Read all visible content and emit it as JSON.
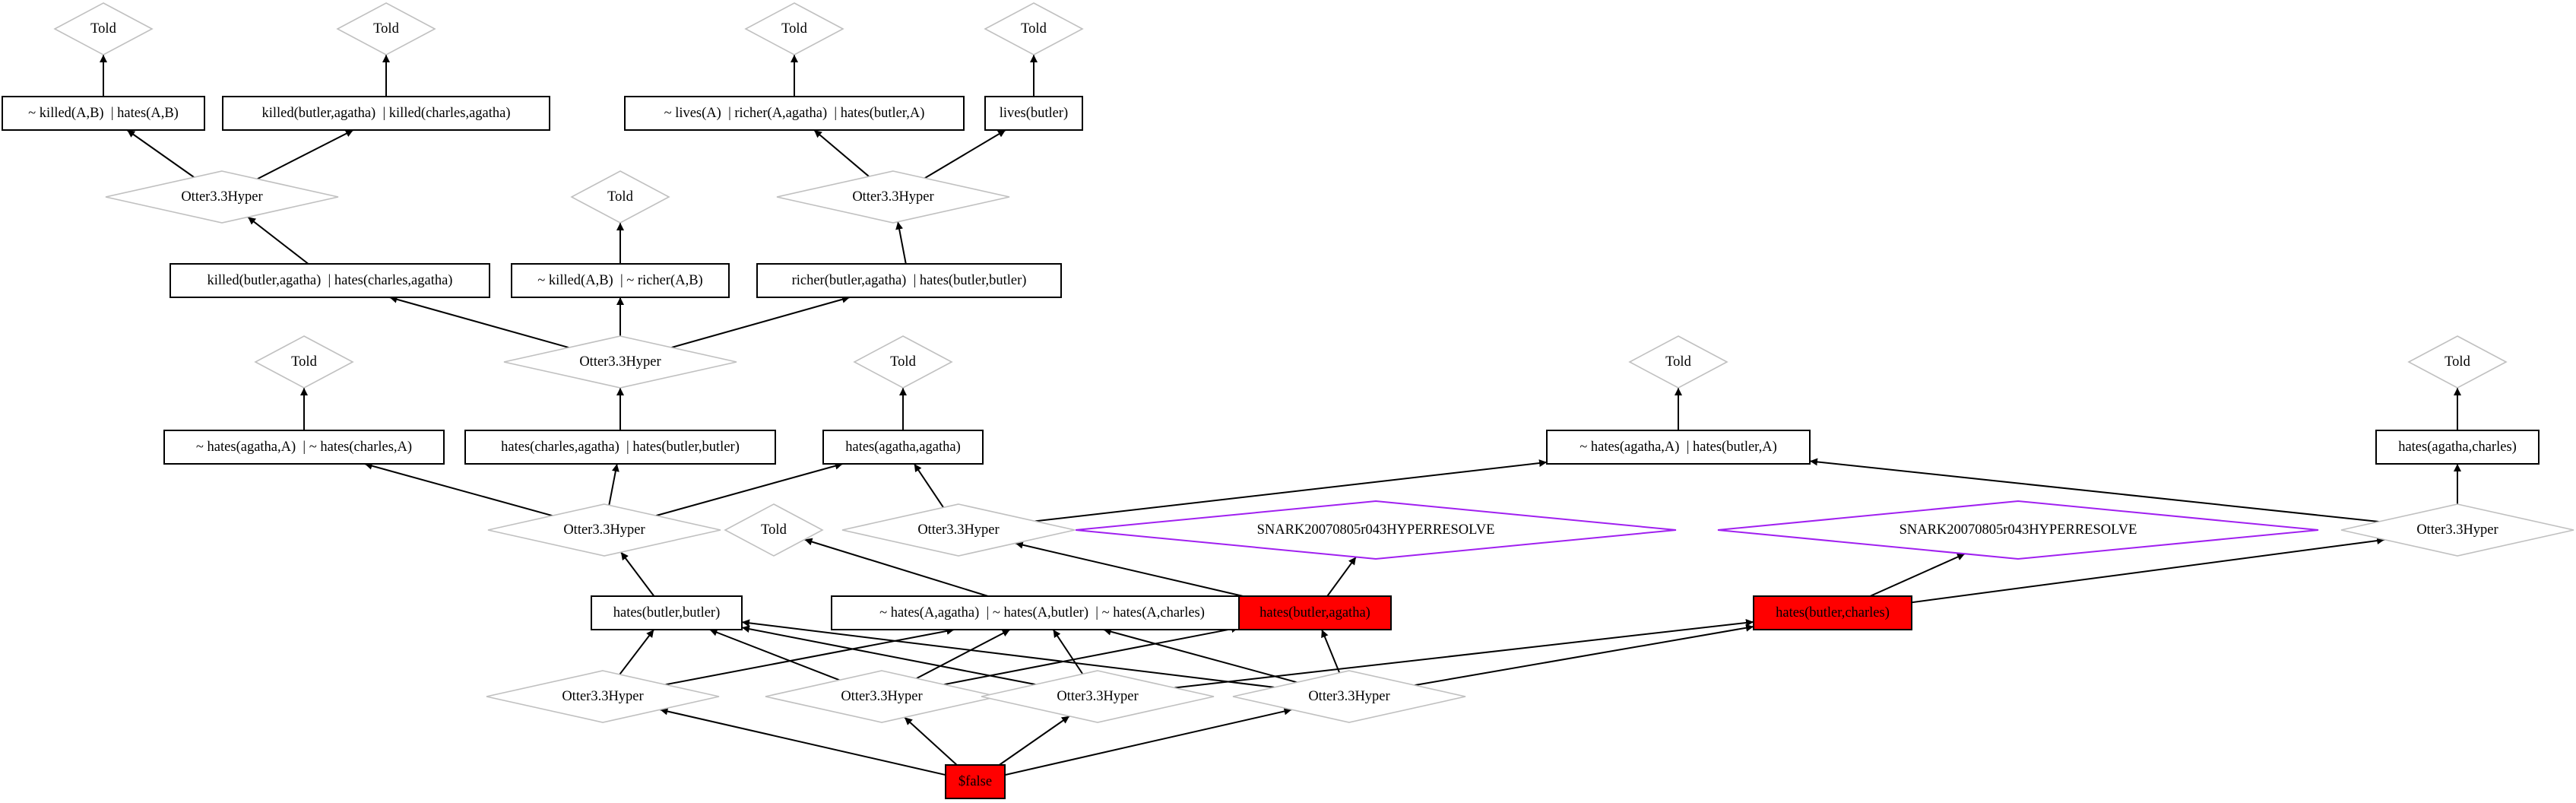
{
  "diagram": {
    "nodes": [
      {
        "id": "told1",
        "shape": "diamond",
        "label": "Told"
      },
      {
        "id": "told2",
        "shape": "diamond",
        "label": "Told"
      },
      {
        "id": "told3",
        "shape": "diamond",
        "label": "Told"
      },
      {
        "id": "told4",
        "shape": "diamond",
        "label": "Told"
      },
      {
        "id": "c1",
        "shape": "box",
        "label": "~ killed(A,B)  | hates(A,B)"
      },
      {
        "id": "c2",
        "shape": "box",
        "label": "killed(butler,agatha)  | killed(charles,agatha)"
      },
      {
        "id": "c3",
        "shape": "box",
        "label": "~ lives(A)  | richer(A,agatha)  | hates(butler,A)"
      },
      {
        "id": "c4",
        "shape": "box",
        "label": "lives(butler)"
      },
      {
        "id": "otA",
        "shape": "diamond",
        "label": "Otter3.3Hyper"
      },
      {
        "id": "otB",
        "shape": "diamond",
        "label": "Otter3.3Hyper"
      },
      {
        "id": "told5",
        "shape": "diamond",
        "label": "Told"
      },
      {
        "id": "c5",
        "shape": "box",
        "label": "killed(butler,agatha)  | hates(charles,agatha)"
      },
      {
        "id": "c6",
        "shape": "box",
        "label": "~ killed(A,B)  | ~ richer(A,B)"
      },
      {
        "id": "c7",
        "shape": "box",
        "label": "richer(butler,agatha)  | hates(butler,butler)"
      },
      {
        "id": "otC",
        "shape": "diamond",
        "label": "Otter3.3Hyper"
      },
      {
        "id": "told6",
        "shape": "diamond",
        "label": "Told"
      },
      {
        "id": "told7",
        "shape": "diamond",
        "label": "Told"
      },
      {
        "id": "told8",
        "shape": "diamond",
        "label": "Told"
      },
      {
        "id": "told9",
        "shape": "diamond",
        "label": "Told"
      },
      {
        "id": "c8",
        "shape": "box",
        "label": "~ hates(agatha,A)  | ~ hates(charles,A)"
      },
      {
        "id": "c9",
        "shape": "box",
        "label": "hates(charles,agatha)  | hates(butler,butler)"
      },
      {
        "id": "c10",
        "shape": "box",
        "label": "hates(agatha,agatha)"
      },
      {
        "id": "c11",
        "shape": "box",
        "label": "~ hates(agatha,A)  | hates(butler,A)"
      },
      {
        "id": "c12",
        "shape": "box",
        "label": "hates(agatha,charles)"
      },
      {
        "id": "otD",
        "shape": "diamond",
        "label": "Otter3.3Hyper"
      },
      {
        "id": "otE",
        "shape": "diamond",
        "label": "Otter3.3Hyper"
      },
      {
        "id": "sn1",
        "shape": "diamond",
        "label": "SNARK20070805r043HYPERRESOLVE"
      },
      {
        "id": "sn2",
        "shape": "diamond",
        "label": "SNARK20070805r043HYPERRESOLVE"
      },
      {
        "id": "otF",
        "shape": "diamond",
        "label": "Otter3.3Hyper"
      },
      {
        "id": "told10",
        "shape": "diamond",
        "label": "Told"
      },
      {
        "id": "c13",
        "shape": "box",
        "label": "hates(butler,butler)"
      },
      {
        "id": "c14",
        "shape": "box",
        "label": "~ hates(A,agatha)  | ~ hates(A,butler)  | ~ hates(A,charles)"
      },
      {
        "id": "c15",
        "shape": "box",
        "highlight": true,
        "label": "hates(butler,agatha)"
      },
      {
        "id": "c16",
        "shape": "box",
        "highlight": true,
        "label": "hates(butler,charles)"
      },
      {
        "id": "otG",
        "shape": "diamond",
        "label": "Otter3.3Hyper"
      },
      {
        "id": "otH",
        "shape": "diamond",
        "label": "Otter3.3Hyper"
      },
      {
        "id": "otI",
        "shape": "diamond",
        "label": "Otter3.3Hyper"
      },
      {
        "id": "otJ",
        "shape": "diamond",
        "label": "Otter3.3Hyper"
      },
      {
        "id": "false",
        "shape": "box",
        "highlight": true,
        "label": "$false"
      }
    ],
    "edges": [
      [
        "c1",
        "told1"
      ],
      [
        "c2",
        "told2"
      ],
      [
        "c3",
        "told3"
      ],
      [
        "c4",
        "told4"
      ],
      [
        "otA",
        "c1"
      ],
      [
        "otA",
        "c2"
      ],
      [
        "otB",
        "c3"
      ],
      [
        "otB",
        "c4"
      ],
      [
        "c5",
        "otA"
      ],
      [
        "c6",
        "told5"
      ],
      [
        "c7",
        "otB"
      ],
      [
        "otC",
        "c5"
      ],
      [
        "otC",
        "c6"
      ],
      [
        "otC",
        "c7"
      ],
      [
        "c8",
        "told6"
      ],
      [
        "c9",
        "otC"
      ],
      [
        "c10",
        "told7"
      ],
      [
        "c11",
        "told8"
      ],
      [
        "c12",
        "told9"
      ],
      [
        "otD",
        "c8"
      ],
      [
        "otD",
        "c9"
      ],
      [
        "otD",
        "c10"
      ],
      [
        "otE",
        "c10"
      ],
      [
        "otE",
        "c11"
      ],
      [
        "otF",
        "c11"
      ],
      [
        "otF",
        "c12"
      ],
      [
        "c13",
        "otD"
      ],
      [
        "c14",
        "told10"
      ],
      [
        "c15",
        "otE"
      ],
      [
        "c15",
        "sn1"
      ],
      [
        "c16",
        "sn2"
      ],
      [
        "c16",
        "otF"
      ],
      [
        "otG",
        "c13"
      ],
      [
        "otG",
        "c14"
      ],
      [
        "otH",
        "c13"
      ],
      [
        "otH",
        "c14"
      ],
      [
        "otH",
        "c15"
      ],
      [
        "otI",
        "c13"
      ],
      [
        "otI",
        "c14"
      ],
      [
        "otI",
        "c16"
      ],
      [
        "otJ",
        "c13"
      ],
      [
        "otJ",
        "c14"
      ],
      [
        "otJ",
        "c15"
      ],
      [
        "otJ",
        "c16"
      ],
      [
        "false",
        "otG"
      ],
      [
        "false",
        "otH"
      ],
      [
        "false",
        "otI"
      ],
      [
        "false",
        "otJ"
      ]
    ]
  }
}
